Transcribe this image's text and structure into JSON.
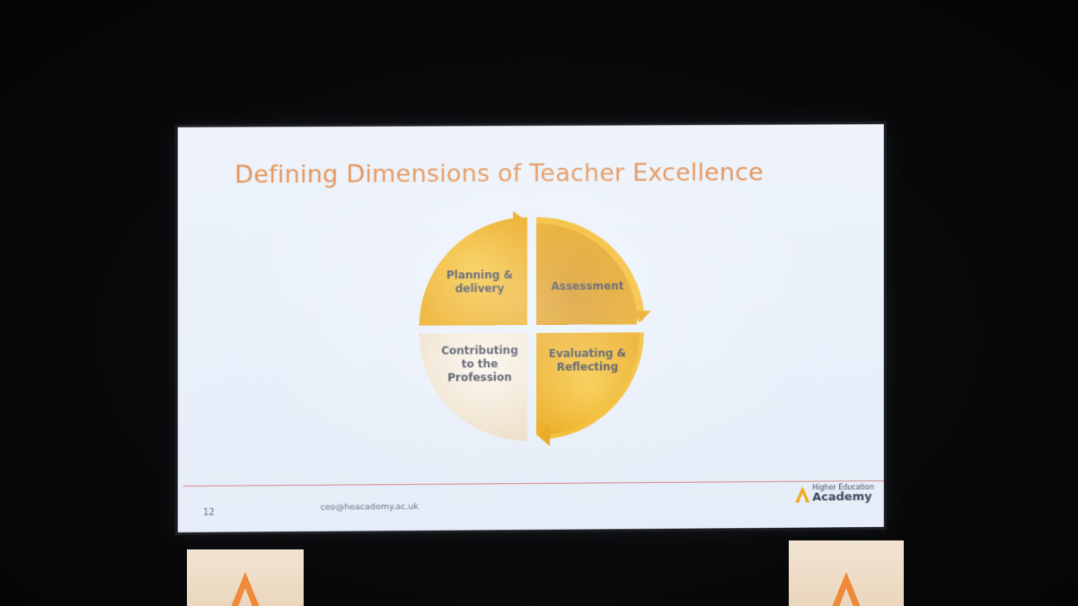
{
  "slide": {
    "title": "Defining Dimensions of Teacher Excellence",
    "quadrants": [
      {
        "label": "Planning &\ndelivery",
        "color": "#f1b21c"
      },
      {
        "label": "Assessment",
        "color": "#e39e0e"
      },
      {
        "label": "Evaluating &\nReflecting",
        "color": "#f1b21c"
      },
      {
        "label": "Contributing\nto the\nProfession",
        "color": "#efe2cf"
      }
    ],
    "footer": {
      "page_number": "12",
      "email": "ceo@heacademy.ac.uk",
      "brand_line1": "Higher Education",
      "brand_line2": "Academy"
    }
  },
  "colors": {
    "title": "#e5955a",
    "accent": "#f0a81a",
    "footer_rule": "#d98a8a",
    "banner": "#efdfca"
  }
}
